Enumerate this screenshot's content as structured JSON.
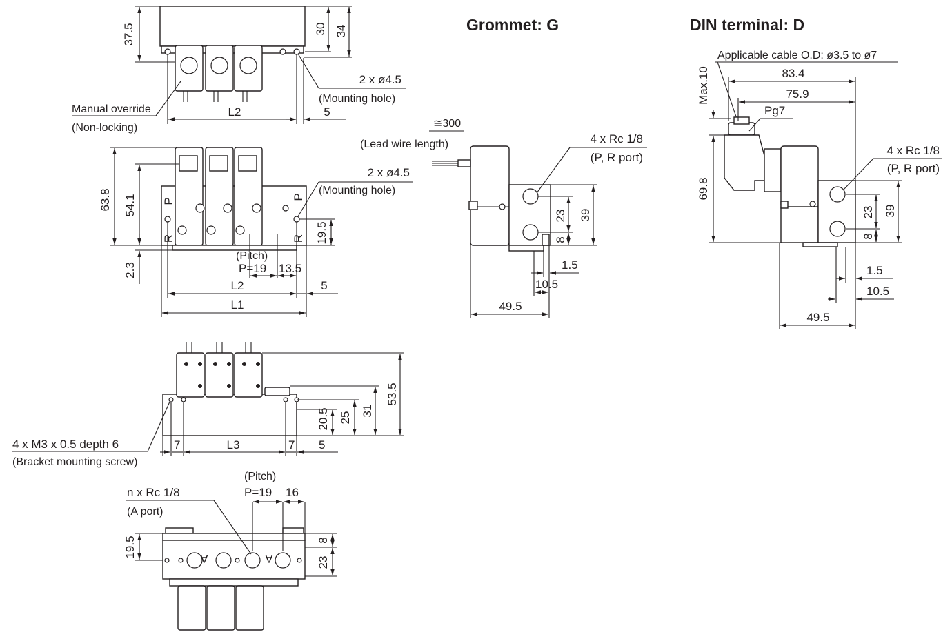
{
  "grommet_title": "Grommet: G",
  "din_title": "DIN terminal: D",
  "top_view": {
    "dim_37_5": "37.5",
    "dim_30": "30",
    "dim_34": "34",
    "mounting_hole_size": "2 x ø4.5",
    "mounting_hole_label": "(Mounting hole)",
    "manual_override": "Manual override",
    "non_locking": "(Non-locking)",
    "dim_L2": "L2",
    "dim_5": "5"
  },
  "front_view": {
    "dim_63_8": "63.8",
    "dim_54_1": "54.1",
    "dim_2_3": "2.3",
    "dim_19_5": "19.5",
    "mounting_hole_size": "2 x ø4.5",
    "mounting_hole_label": "(Mounting hole)",
    "pitch": "(Pitch)",
    "pitch_value": "P=19",
    "dim_13_5": "13.5",
    "dim_L2": "L2",
    "dim_L1": "L1",
    "dim_5": "5",
    "port_P": "P",
    "port_R": "R"
  },
  "side_view": {
    "dim_53_5": "53.5",
    "dim_31": "31",
    "dim_25": "25",
    "dim_20_5": "20.5",
    "dim_7": "7",
    "dim_L3": "L3",
    "dim_5": "5",
    "screw_label": "4 x M3 x 0.5 depth 6",
    "screw_note": "(Bracket mounting screw)"
  },
  "bottom_view": {
    "pitch": "(Pitch)",
    "pitch_value": "P=19",
    "dim_16": "16",
    "a_port_size": "n x Rc 1/8",
    "a_port_label": "(A port)",
    "dim_19_5": "19.5",
    "dim_8": "8",
    "dim_23": "23",
    "port_A": "A"
  },
  "grommet": {
    "lead_length": "≅300",
    "lead_label": "(Lead wire length)",
    "port_size": "4 x Rc 1/8",
    "port_label": "(P, R port)",
    "dim_23": "23",
    "dim_39": "39",
    "dim_8": "8",
    "dim_1_5": "1.5",
    "dim_10_5": "10.5",
    "dim_49_5": "49.5"
  },
  "din": {
    "cable_label": "Applicable cable O.D: ø3.5 to ø7",
    "max_10": "Max.10",
    "dim_83_4": "83.4",
    "dim_75_9": "75.9",
    "pg7": "Pg7",
    "port_size": "4 x Rc 1/8",
    "port_label": "(P, R port)",
    "dim_69_8": "69.8",
    "dim_23": "23",
    "dim_39": "39",
    "dim_8": "8",
    "dim_1_5": "1.5",
    "dim_10_5": "10.5",
    "dim_49_5": "49.5"
  }
}
